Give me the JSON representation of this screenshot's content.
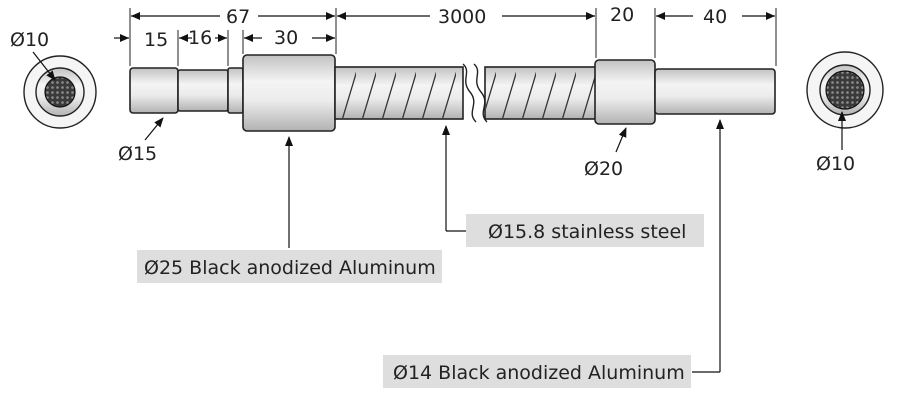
{
  "dimensions": {
    "d67": "67",
    "d3000": "3000",
    "d20": "20",
    "d40": "40",
    "d15": "15",
    "d16": "16",
    "d30": "30"
  },
  "diameters": {
    "left_end": "Ø10",
    "left_neck": "Ø15",
    "right_collar": "Ø20",
    "right_end": "Ø10"
  },
  "callouts": {
    "stainless": "Ø15.8 stainless steel",
    "black_al_25": "Ø25 Black anodized Aluminum",
    "black_al_14": "Ø14 Black anodized Aluminum"
  },
  "colors": {
    "callout_bg": "#dedede",
    "metal_light": "#e9e9e9",
    "metal_dark": "#b5b5b5",
    "end_dark": "#2a2a2a"
  }
}
